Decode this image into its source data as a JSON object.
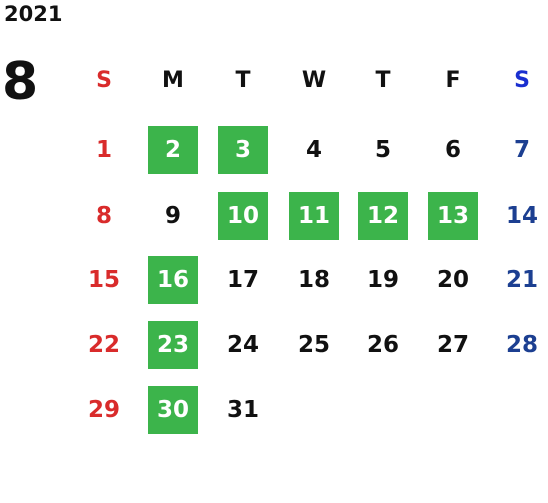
{
  "calendar": {
    "year": "2021",
    "month": "8",
    "colors": {
      "sunday": "#d92b2b",
      "saturday": "#1c3f91",
      "weekday": "#111111",
      "highlight_bg": "#3cb44b",
      "highlight_text": "#ffffff"
    },
    "weekdays": [
      "S",
      "M",
      "T",
      "W",
      "T",
      "F",
      "S"
    ],
    "weeks": [
      [
        "1",
        "2",
        "3",
        "4",
        "5",
        "6",
        "7"
      ],
      [
        "8",
        "9",
        "10",
        "11",
        "12",
        "13",
        "14"
      ],
      [
        "15",
        "16",
        "17",
        "18",
        "19",
        "20",
        "21"
      ],
      [
        "22",
        "23",
        "24",
        "25",
        "26",
        "27",
        "28"
      ],
      [
        "29",
        "30",
        "31",
        "",
        "",
        "",
        ""
      ]
    ],
    "highlighted_days": [
      "2",
      "3",
      "10",
      "11",
      "12",
      "13",
      "16",
      "23",
      "30"
    ]
  }
}
